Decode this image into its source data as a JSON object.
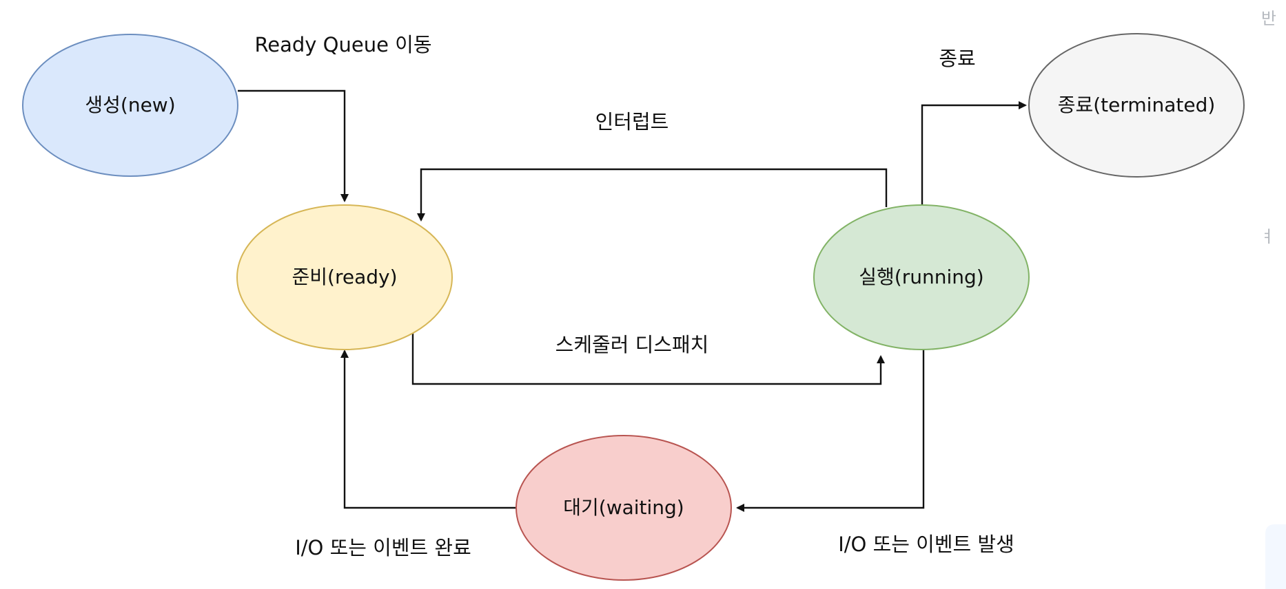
{
  "nodes": {
    "new": {
      "label": "생성(new)",
      "fill": "#dae8fc",
      "stroke": "#6c8ebf"
    },
    "ready": {
      "label": "준비(ready)",
      "fill": "#fff2cc",
      "stroke": "#d6b656"
    },
    "running": {
      "label": "실행(running)",
      "fill": "#d5e8d4",
      "stroke": "#82b366"
    },
    "terminated": {
      "label": "종료(terminated)",
      "fill": "#f5f5f5",
      "stroke": "#666666"
    },
    "waiting": {
      "label": "대기(waiting)",
      "fill": "#f8cecc",
      "stroke": "#b85450"
    }
  },
  "edges": {
    "new_to_ready": "Ready Queue 이동",
    "running_to_terminated": "종료",
    "running_to_ready": "인터럽트",
    "ready_to_running": "스케줄러 디스패치",
    "waiting_to_ready": "I/O 또는 이벤트 완료",
    "running_to_waiting": "I/O 또는 이벤트 발생"
  },
  "edge_color": "#111111",
  "clipped_text": {
    "top": "반",
    "middle": "ㅕ"
  }
}
